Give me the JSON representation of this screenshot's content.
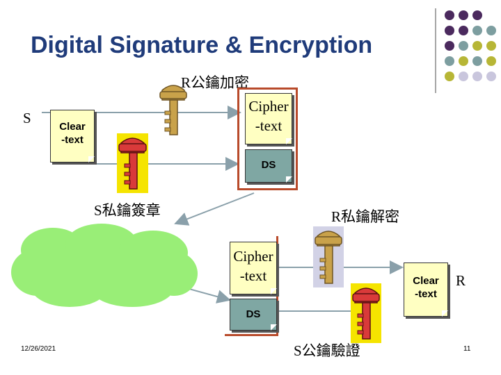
{
  "title": "Digital Signature & Encryption",
  "labels": {
    "r_public_encrypt": "R公鑰加密",
    "s_private_sign": "S私鑰簽章",
    "r_private_decrypt": "R私鑰解密",
    "s_public_verify": "S公鑰驗證",
    "sender": "S",
    "receiver": "R"
  },
  "docs": {
    "clear_top": "Clear\n-text",
    "cipher_top": "Cipher\n-text",
    "ds_top": "DS",
    "cipher_bottom": "Cipher\n-text",
    "ds_bottom": "DS",
    "clear_bottom": "Clear\n-text"
  },
  "footer": {
    "date": "12/26/2021",
    "page": "11"
  },
  "colors": {
    "title": "#1f3b7a",
    "frame": "#b84a2a",
    "cloud": "#99ee77",
    "key_gold": "#c9a24a",
    "key_red": "#d93a3a",
    "key_bg_yellow": "#f5e400",
    "key_bg_lavender": "#d2d2e6",
    "doc_yellow": "#ffffc2",
    "doc_teal": "#7fa7a3",
    "dot_purple": "#4b2a5e",
    "dot_teal": "#7d9ea0",
    "dot_olive": "#b7b636",
    "dot_lavender": "#c9c6dd"
  },
  "icons": [
    "gold-key-icon",
    "red-key-icon",
    "cloud-shape",
    "arrow-icon"
  ]
}
